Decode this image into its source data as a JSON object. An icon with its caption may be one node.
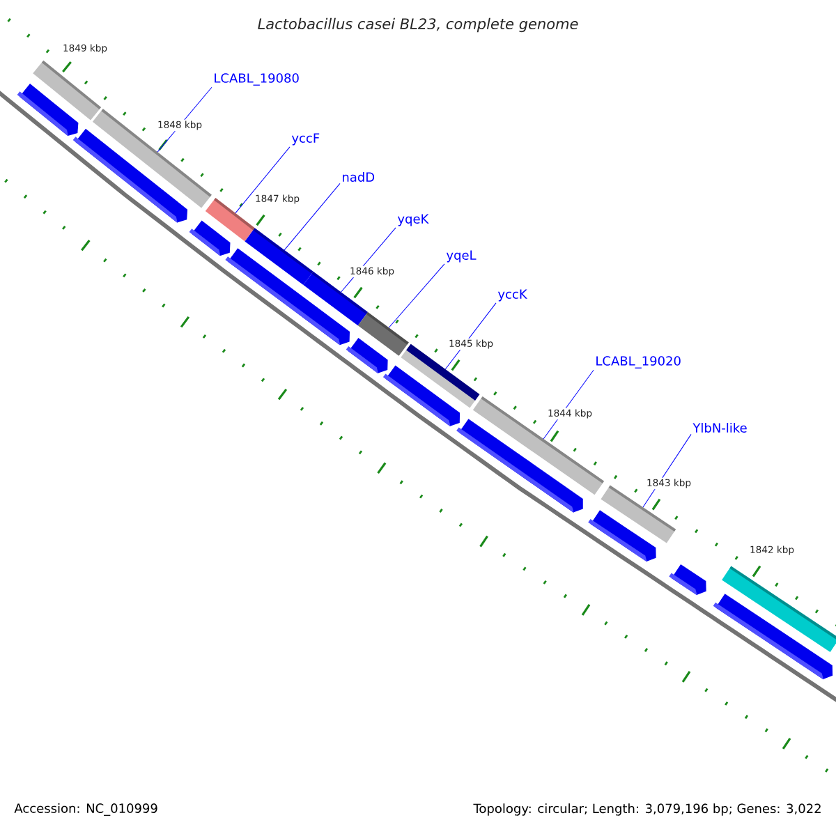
{
  "diagram": {
    "title": "Lactobacillus casei BL23, complete genome",
    "nodes": [
      {
        "text": [
          "LCABL_19080"
        ]
      },
      {
        "text": [
          "yccF"
        ]
      },
      {
        "text": [
          "nadD"
        ]
      },
      {
        "text": [
          "yqeK"
        ]
      },
      {
        "text": [
          "yqeL"
        ]
      },
      {
        "text": [
          "yccK"
        ]
      },
      {
        "text": [
          "LCABL_19020"
        ]
      },
      {
        "text": [
          "YlbN-like"
        ]
      },
      {
        "text": [],
        "shape": "bar"
      },
      {
        "text": [],
        "shape": "bar"
      },
      {
        "text": [],
        "shape": "bar"
      },
      {
        "text": [],
        "shape": "bar"
      },
      {
        "text": [],
        "shape": "bar"
      },
      {
        "text": [],
        "shape": "bar"
      },
      {
        "text": [],
        "shape": "bar"
      },
      {
        "text": [],
        "shape": "bar"
      },
      {
        "text": [],
        "shape": "bar"
      },
      {
        "text": [],
        "shape": "bar"
      },
      {
        "text": [],
        "shape": "arrow"
      },
      {
        "text": [],
        "shape": "arrow"
      },
      {
        "text": [],
        "shape": "arrow"
      },
      {
        "text": [],
        "shape": "arrow"
      },
      {
        "text": [],
        "shape": "arrow"
      },
      {
        "text": [],
        "shape": "arrow"
      },
      {
        "text": [],
        "shape": "arrow"
      },
      {
        "text": [],
        "shape": "arrow"
      },
      {
        "text": [],
        "shape": "arrow"
      },
      {
        "text": [],
        "shape": "arrow"
      }
    ],
    "edges": [
      {
        "from": 0,
        "to": 9,
        "arrow": "none"
      },
      {
        "from": 1,
        "to": 10,
        "arrow": "none"
      },
      {
        "from": 2,
        "to": 11,
        "arrow": "none"
      },
      {
        "from": 3,
        "to": 12,
        "arrow": "none"
      },
      {
        "from": 4,
        "to": 13,
        "arrow": "none"
      },
      {
        "from": 5,
        "to": 14,
        "arrow": "none"
      },
      {
        "from": 6,
        "to": 15,
        "arrow": "none"
      },
      {
        "from": 7,
        "to": 16,
        "arrow": "none"
      }
    ],
    "labels": [
      "1849 kbp",
      "1848 kbp",
      "1847 kbp",
      "1846 kbp",
      "1845 kbp",
      "1844 kbp",
      "1843 kbp",
      "1842 kbp",
      "Accession: NC_010999",
      "Topology: circular; Length: 3,079,196 bp; Genes: 3,022"
    ]
  }
}
